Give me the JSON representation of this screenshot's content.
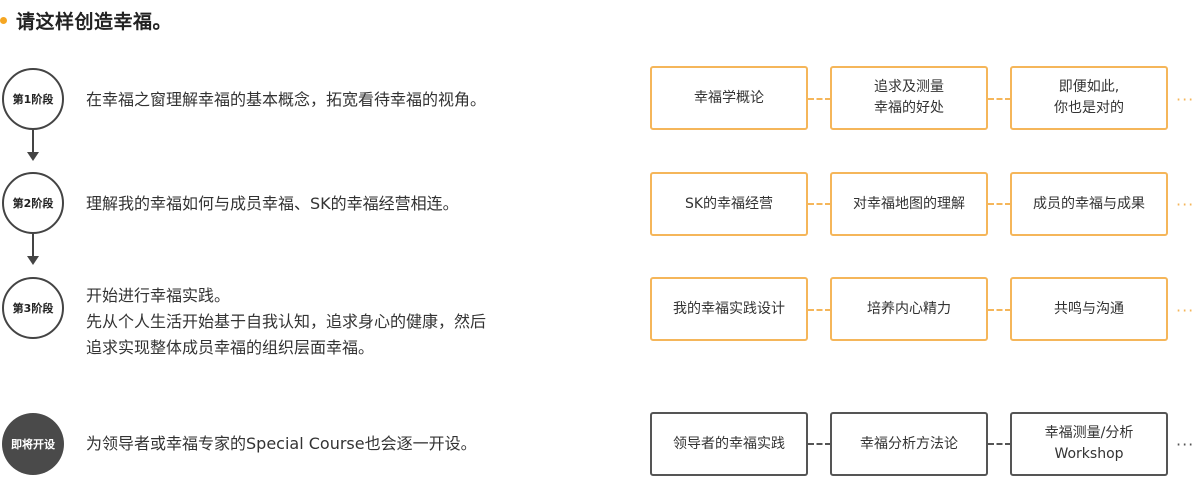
{
  "title": "请这样创造幸福。",
  "colors": {
    "accent": "#f5a623",
    "box_orange": "#f5b65a",
    "box_gray": "#555555",
    "dark": "#4a4a4a"
  },
  "stages": [
    {
      "badge": "第1阶段",
      "description": [
        "在幸福之窗理解幸福的基本概念，拓宽看待幸福的视角。"
      ],
      "boxes": [
        "幸福学概论",
        "追求及测量\n幸福的好处",
        "即便如此,\n你也是对的"
      ],
      "more": "···"
    },
    {
      "badge": "第2阶段",
      "description": [
        "理解我的幸福如何与成员幸福、SK的幸福经营相连。"
      ],
      "boxes": [
        "SK的幸福经营",
        "对幸福地图的理解",
        "成员的幸福与成果"
      ],
      "more": "···"
    },
    {
      "badge": "第3阶段",
      "description": [
        "开始进行幸福实践。",
        "先从个人生活开始基于自我认知，追求身心的健康，然后",
        "追求实现整体成员幸福的组织层面幸福。"
      ],
      "boxes": [
        "我的幸福实践设计",
        "培养内心精力",
        "共鸣与沟通"
      ],
      "more": "···"
    },
    {
      "badge": "即将开设",
      "description": [
        "为领导者或幸福专家的Special Course也会逐一开设。"
      ],
      "boxes": [
        "领导者的幸福实践",
        "幸福分析方法论",
        "幸福测量/分析\nWorkshop"
      ],
      "more": "···"
    }
  ]
}
